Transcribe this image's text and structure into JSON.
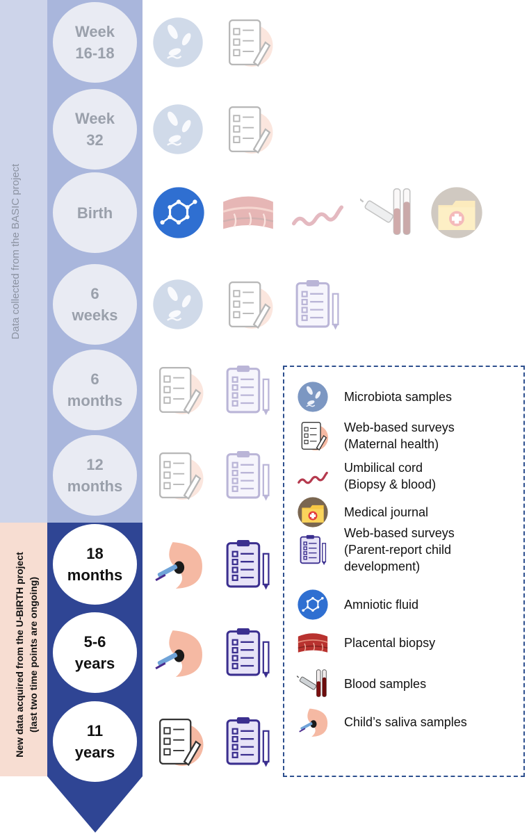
{
  "side_labels": {
    "old": "Data collected from the BASIC project",
    "new_line1": "New data acquired from the U-BIRTH project",
    "new_line2": "(last two time points are ongoing)"
  },
  "timepoints": [
    {
      "label": "Week\n16-18",
      "era": "old",
      "icons": [
        "microbiota-icon",
        "maternal-survey-icon"
      ]
    },
    {
      "label": "Week\n32",
      "era": "old",
      "icons": [
        "microbiota-icon",
        "maternal-survey-icon"
      ]
    },
    {
      "label": "Birth",
      "era": "old",
      "icons": [
        "amniotic-fluid-icon",
        "placenta-icon",
        "umbilical-cord-icon",
        "blood-sample-icon",
        "medical-journal-icon"
      ]
    },
    {
      "label": "6\nweeks",
      "era": "old",
      "icons": [
        "microbiota-icon",
        "maternal-survey-icon",
        "child-survey-icon"
      ]
    },
    {
      "label": "6\nmonths",
      "era": "old",
      "icons": [
        "maternal-survey-icon",
        "child-survey-icon"
      ]
    },
    {
      "label": "12\nmonths",
      "era": "old",
      "icons": [
        "maternal-survey-icon",
        "child-survey-icon"
      ]
    },
    {
      "label": "18\nmonths",
      "era": "new",
      "icons": [
        "saliva-icon",
        "child-survey-icon"
      ]
    },
    {
      "label": "5-6\nyears",
      "era": "new",
      "icons": [
        "saliva-icon",
        "child-survey-icon"
      ]
    },
    {
      "label": "11\nyears",
      "era": "new",
      "icons": [
        "maternal-survey-icon",
        "child-survey-icon"
      ]
    }
  ],
  "legend": [
    {
      "icon": "microbiota-icon",
      "text": "Microbiota samples"
    },
    {
      "icon": "maternal-survey-icon",
      "text": "Web-based surveys\n(Maternal health)"
    },
    {
      "icon": "umbilical-cord-icon",
      "text": "Umbilical cord\n(Biopsy & blood)"
    },
    {
      "icon": "medical-journal-icon",
      "text": "Medical journal"
    },
    {
      "icon": "child-survey-icon",
      "text": "Web-based surveys\n(Parent-report child\ndevelopment)"
    },
    {
      "icon": "amniotic-fluid-icon",
      "text": "Amniotic fluid"
    },
    {
      "icon": "placenta-icon",
      "text": "Placental biopsy"
    },
    {
      "icon": "blood-sample-icon",
      "text": "Blood samples"
    },
    {
      "icon": "saliva-icon",
      "text": "Child’s saliva samples"
    }
  ],
  "colors": {
    "old_band": "#a9b6dc",
    "old_side": "#cdd4ea",
    "new_band": "#2f4594",
    "new_side": "#f7ddd2",
    "old_label_text": "#9aa0ab",
    "new_label_text": "#111111",
    "legend_border": "#2d4f8e"
  }
}
